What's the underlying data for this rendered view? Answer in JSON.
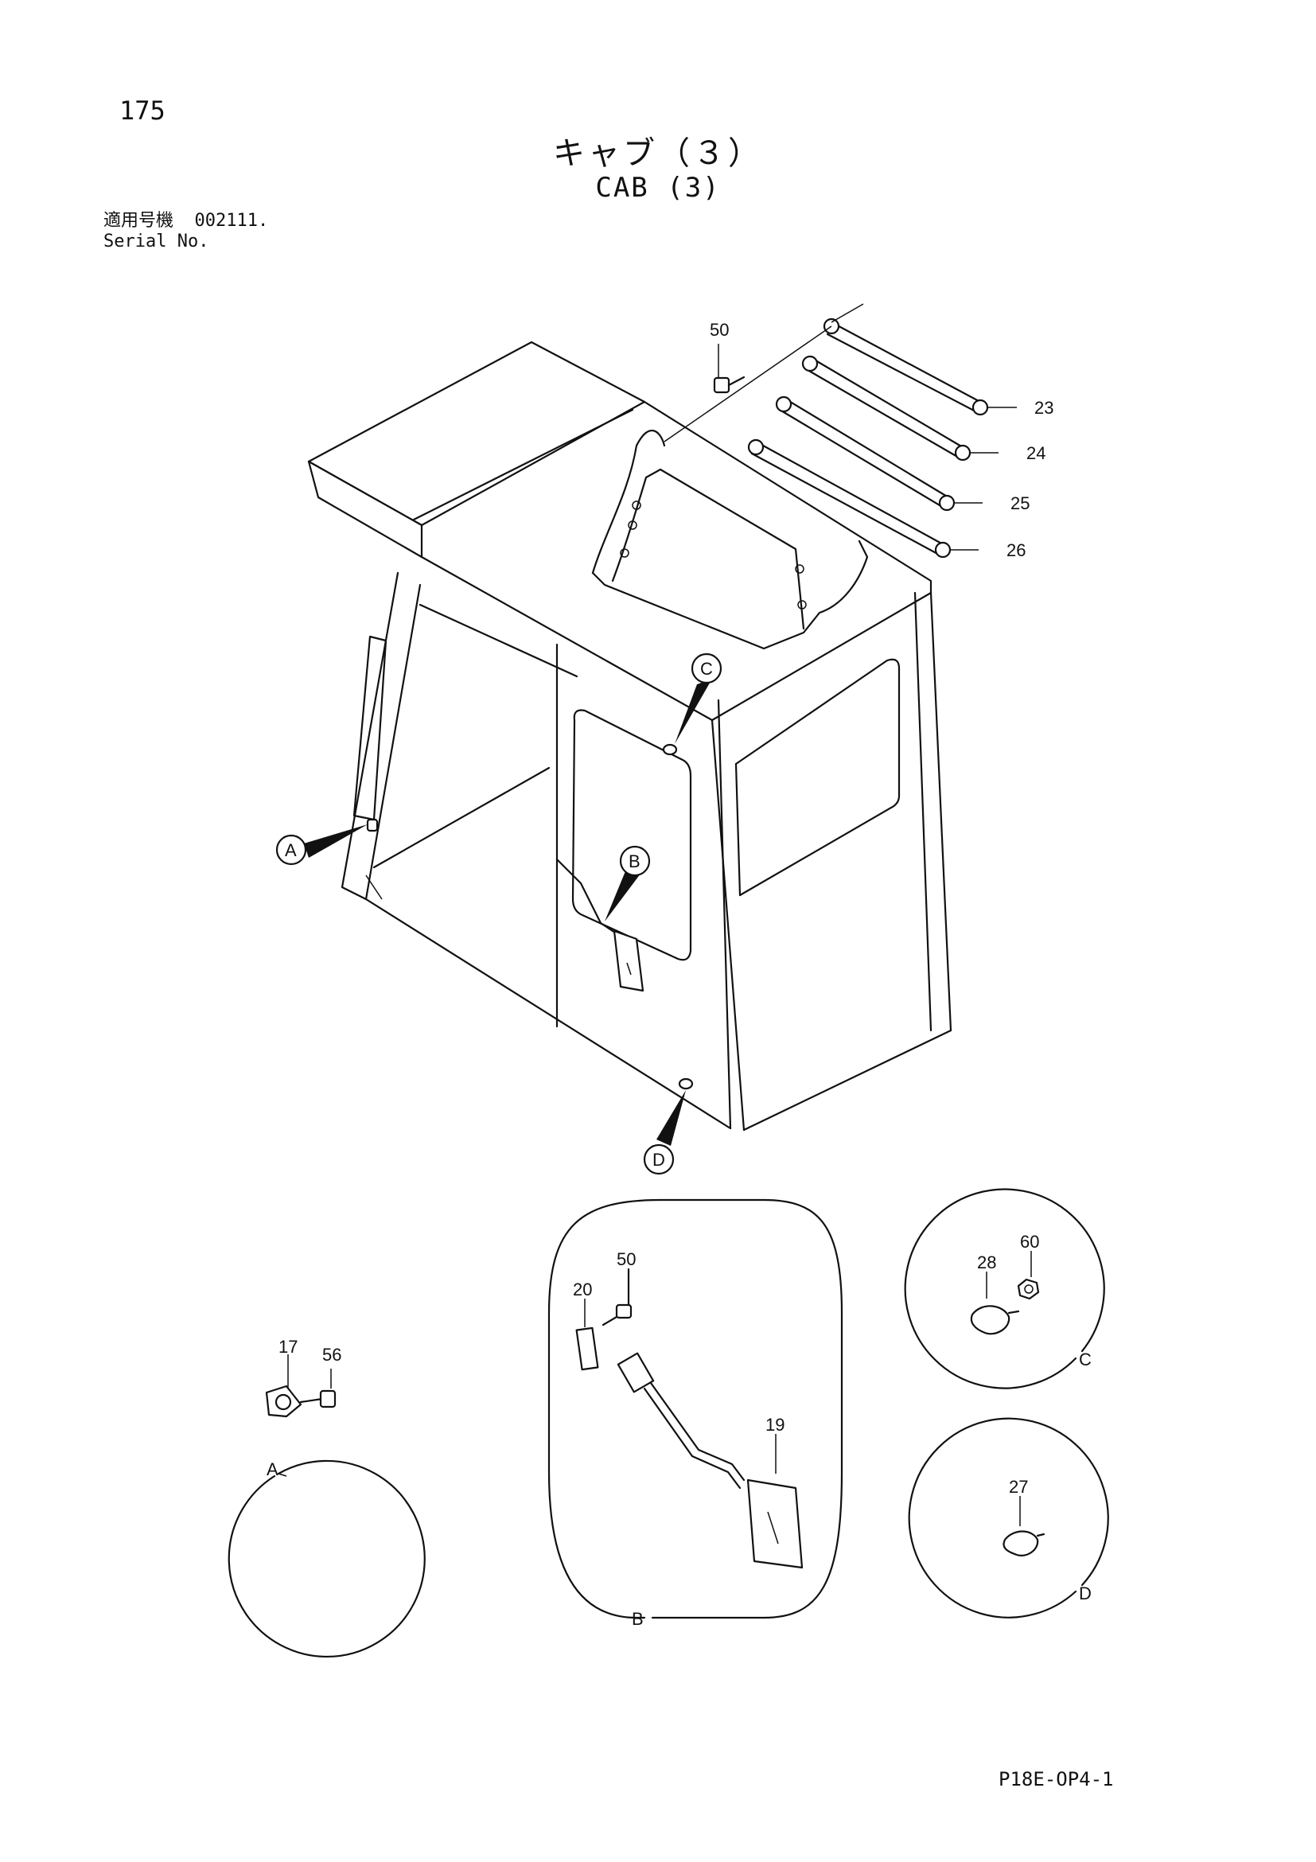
{
  "header": {
    "page_number": "175",
    "title_jp": "キャブ（３）",
    "title_en": "CAB (3)",
    "serial_label_jp": "適用号機",
    "serial_value": "002111.",
    "serial_label_en": "Serial No."
  },
  "callouts": {
    "bolt_top": "50",
    "rod_23": "23",
    "rod_24": "24",
    "rod_25": "25",
    "rod_26": "26",
    "detail_a": "A",
    "detail_b": "B",
    "detail_c": "C",
    "detail_d": "D",
    "a_part_17": "17",
    "a_part_56": "56",
    "b_part_20": "20",
    "b_part_50": "50",
    "b_part_19": "19",
    "c_part_28": "28",
    "c_part_60": "60",
    "d_part_27": "27"
  },
  "footer": {
    "drawing_code": "P18E-OP4-1"
  }
}
